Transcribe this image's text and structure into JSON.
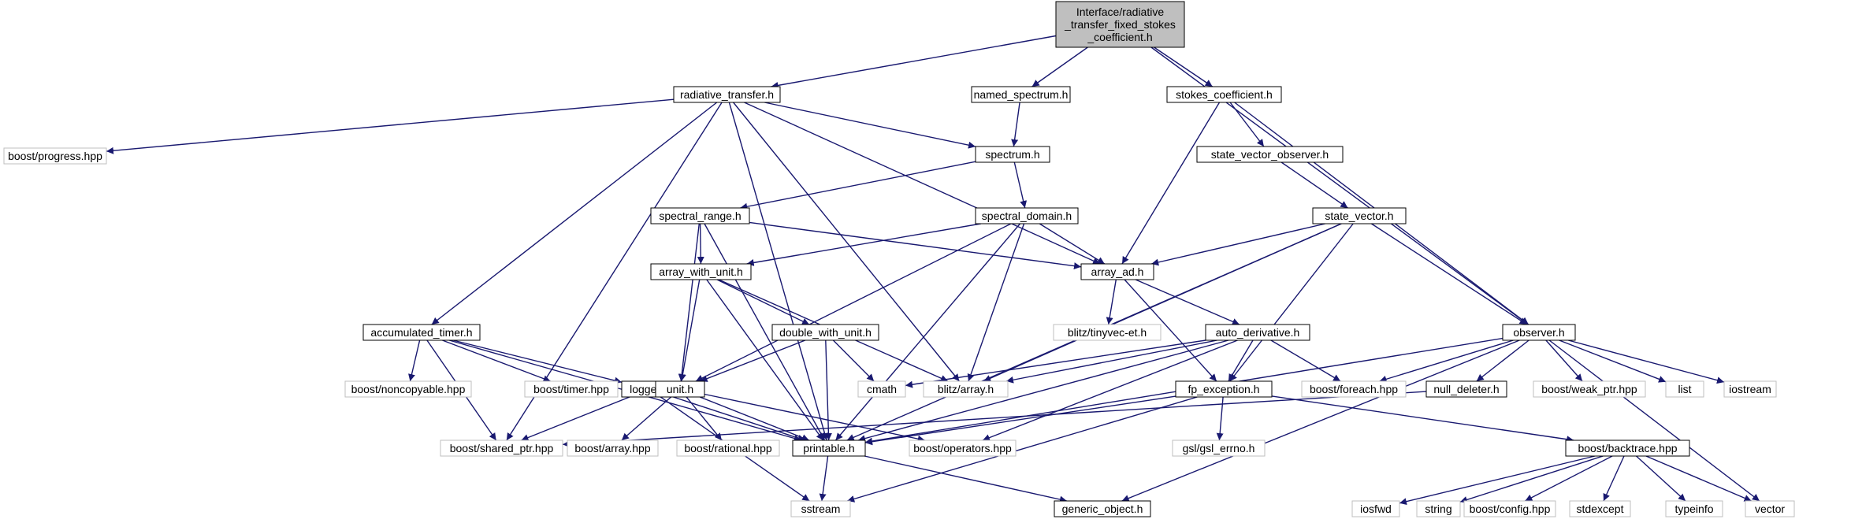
{
  "colors": {
    "edge": "#191970",
    "focus_fill": "#bfbfbf",
    "node_border": "#000000",
    "ext_border": "#bfbfbf",
    "background": "#ffffff"
  },
  "nodes": [
    {
      "id": "root",
      "lines": [
        "Interface/radiative",
        "_transfer_fixed_stokes",
        "_coefficient.h"
      ],
      "kind": "focus"
    },
    {
      "id": "radiative_transfer",
      "lines": [
        "radiative_transfer.h"
      ],
      "kind": "local"
    },
    {
      "id": "named_spectrum",
      "lines": [
        "named_spectrum.h"
      ],
      "kind": "local"
    },
    {
      "id": "stokes_coefficient",
      "lines": [
        "stokes_coefficient.h"
      ],
      "kind": "local"
    },
    {
      "id": "boost_progress",
      "lines": [
        "boost/progress.hpp"
      ],
      "kind": "external"
    },
    {
      "id": "spectrum",
      "lines": [
        "spectrum.h"
      ],
      "kind": "local"
    },
    {
      "id": "state_vector_observer",
      "lines": [
        "state_vector_observer.h"
      ],
      "kind": "local"
    },
    {
      "id": "spectral_range",
      "lines": [
        "spectral_range.h"
      ],
      "kind": "local"
    },
    {
      "id": "spectral_domain",
      "lines": [
        "spectral_domain.h"
      ],
      "kind": "local"
    },
    {
      "id": "state_vector",
      "lines": [
        "state_vector.h"
      ],
      "kind": "local"
    },
    {
      "id": "array_with_unit",
      "lines": [
        "array_with_unit.h"
      ],
      "kind": "local"
    },
    {
      "id": "array_ad",
      "lines": [
        "array_ad.h"
      ],
      "kind": "local"
    },
    {
      "id": "accumulated_timer",
      "lines": [
        "accumulated_timer.h"
      ],
      "kind": "local"
    },
    {
      "id": "double_with_unit",
      "lines": [
        "double_with_unit.h"
      ],
      "kind": "local"
    },
    {
      "id": "blitz_tinyvec",
      "lines": [
        "blitz/tinyvec-et.h"
      ],
      "kind": "external"
    },
    {
      "id": "auto_derivative",
      "lines": [
        "auto_derivative.h"
      ],
      "kind": "local"
    },
    {
      "id": "observer",
      "lines": [
        "observer.h"
      ],
      "kind": "local"
    },
    {
      "id": "boost_noncopyable",
      "lines": [
        "boost/noncopyable.hpp"
      ],
      "kind": "external"
    },
    {
      "id": "boost_timer",
      "lines": [
        "boost/timer.hpp"
      ],
      "kind": "external"
    },
    {
      "id": "logger",
      "lines": [
        "logger.h"
      ],
      "kind": "local"
    },
    {
      "id": "unit",
      "lines": [
        "unit.h"
      ],
      "kind": "local"
    },
    {
      "id": "cmath",
      "lines": [
        "cmath"
      ],
      "kind": "external"
    },
    {
      "id": "blitz_array",
      "lines": [
        "blitz/array.h"
      ],
      "kind": "external"
    },
    {
      "id": "fp_exception",
      "lines": [
        "fp_exception.h"
      ],
      "kind": "local"
    },
    {
      "id": "boost_foreach",
      "lines": [
        "boost/foreach.hpp"
      ],
      "kind": "external"
    },
    {
      "id": "null_deleter",
      "lines": [
        "null_deleter.h"
      ],
      "kind": "local"
    },
    {
      "id": "boost_weak_ptr",
      "lines": [
        "boost/weak_ptr.hpp"
      ],
      "kind": "external"
    },
    {
      "id": "list",
      "lines": [
        "list"
      ],
      "kind": "external"
    },
    {
      "id": "iostream",
      "lines": [
        "iostream"
      ],
      "kind": "external"
    },
    {
      "id": "boost_shared_ptr",
      "lines": [
        "boost/shared_ptr.hpp"
      ],
      "kind": "external"
    },
    {
      "id": "boost_array",
      "lines": [
        "boost/array.hpp"
      ],
      "kind": "external"
    },
    {
      "id": "boost_rational",
      "lines": [
        "boost/rational.hpp"
      ],
      "kind": "external"
    },
    {
      "id": "printable",
      "lines": [
        "printable.h"
      ],
      "kind": "local"
    },
    {
      "id": "boost_operators",
      "lines": [
        "boost/operators.hpp"
      ],
      "kind": "external"
    },
    {
      "id": "gsl_errno",
      "lines": [
        "gsl/gsl_errno.h"
      ],
      "kind": "external"
    },
    {
      "id": "boost_backtrace",
      "lines": [
        "boost/backtrace.hpp"
      ],
      "kind": "local"
    },
    {
      "id": "sstream",
      "lines": [
        "sstream"
      ],
      "kind": "external"
    },
    {
      "id": "generic_object",
      "lines": [
        "generic_object.h"
      ],
      "kind": "local"
    },
    {
      "id": "iosfwd",
      "lines": [
        "iosfwd"
      ],
      "kind": "external"
    },
    {
      "id": "string",
      "lines": [
        "string"
      ],
      "kind": "external"
    },
    {
      "id": "boost_config",
      "lines": [
        "boost/config.hpp"
      ],
      "kind": "external"
    },
    {
      "id": "stdexcept",
      "lines": [
        "stdexcept"
      ],
      "kind": "external"
    },
    {
      "id": "typeinfo",
      "lines": [
        "typeinfo"
      ],
      "kind": "external"
    },
    {
      "id": "vector",
      "lines": [
        "vector"
      ],
      "kind": "external"
    }
  ],
  "edges": [
    [
      "root",
      "radiative_transfer"
    ],
    [
      "root",
      "named_spectrum"
    ],
    [
      "root",
      "stokes_coefficient"
    ],
    [
      "root",
      "observer"
    ],
    [
      "radiative_transfer",
      "boost_progress"
    ],
    [
      "radiative_transfer",
      "spectrum"
    ],
    [
      "radiative_transfer",
      "array_ad"
    ],
    [
      "radiative_transfer",
      "accumulated_timer"
    ],
    [
      "radiative_transfer",
      "boost_shared_ptr"
    ],
    [
      "radiative_transfer",
      "printable"
    ],
    [
      "radiative_transfer",
      "blitz_array"
    ],
    [
      "named_spectrum",
      "spectrum"
    ],
    [
      "stokes_coefficient",
      "state_vector_observer"
    ],
    [
      "stokes_coefficient",
      "array_ad"
    ],
    [
      "stokes_coefficient",
      "observer"
    ],
    [
      "spectrum",
      "spectral_range"
    ],
    [
      "spectrum",
      "spectral_domain"
    ],
    [
      "state_vector_observer",
      "state_vector"
    ],
    [
      "spectral_range",
      "array_with_unit"
    ],
    [
      "spectral_range",
      "array_ad"
    ],
    [
      "spectral_range",
      "unit"
    ],
    [
      "spectral_range",
      "printable"
    ],
    [
      "spectral_domain",
      "array_with_unit"
    ],
    [
      "spectral_domain",
      "array_ad"
    ],
    [
      "spectral_domain",
      "unit"
    ],
    [
      "spectral_domain",
      "blitz_array"
    ],
    [
      "spectral_domain",
      "printable"
    ],
    [
      "state_vector",
      "array_ad"
    ],
    [
      "state_vector",
      "observer"
    ],
    [
      "state_vector",
      "blitz_array"
    ],
    [
      "state_vector",
      "printable"
    ],
    [
      "state_vector",
      "fp_exception"
    ],
    [
      "array_with_unit",
      "double_with_unit"
    ],
    [
      "array_with_unit",
      "unit"
    ],
    [
      "array_with_unit",
      "blitz_array"
    ],
    [
      "array_with_unit",
      "printable"
    ],
    [
      "array_ad",
      "blitz_tinyvec"
    ],
    [
      "array_ad",
      "auto_derivative"
    ],
    [
      "array_ad",
      "fp_exception"
    ],
    [
      "accumulated_timer",
      "boost_noncopyable"
    ],
    [
      "accumulated_timer",
      "boost_timer"
    ],
    [
      "accumulated_timer",
      "logger"
    ],
    [
      "accumulated_timer",
      "boost_shared_ptr"
    ],
    [
      "accumulated_timer",
      "printable"
    ],
    [
      "double_with_unit",
      "cmath"
    ],
    [
      "double_with_unit",
      "unit"
    ],
    [
      "double_with_unit",
      "printable"
    ],
    [
      "auto_derivative",
      "cmath"
    ],
    [
      "auto_derivative",
      "blitz_array"
    ],
    [
      "auto_derivative",
      "fp_exception"
    ],
    [
      "auto_derivative",
      "boost_foreach"
    ],
    [
      "auto_derivative",
      "printable"
    ],
    [
      "auto_derivative",
      "boost_operators"
    ],
    [
      "observer",
      "boost_foreach"
    ],
    [
      "observer",
      "null_deleter"
    ],
    [
      "observer",
      "boost_weak_ptr"
    ],
    [
      "observer",
      "list"
    ],
    [
      "observer",
      "iostream"
    ],
    [
      "observer",
      "vector"
    ],
    [
      "observer",
      "printable"
    ],
    [
      "observer",
      "generic_object"
    ],
    [
      "logger",
      "boost_shared_ptr"
    ],
    [
      "logger",
      "printable"
    ],
    [
      "logger",
      "sstream"
    ],
    [
      "unit",
      "boost_array"
    ],
    [
      "unit",
      "boost_rational"
    ],
    [
      "unit",
      "printable"
    ],
    [
      "unit",
      "boost_operators"
    ],
    [
      "fp_exception",
      "gsl_errno"
    ],
    [
      "fp_exception",
      "printable"
    ],
    [
      "fp_exception",
      "boost_backtrace"
    ],
    [
      "fp_exception",
      "sstream"
    ],
    [
      "null_deleter",
      "boost_shared_ptr"
    ],
    [
      "printable",
      "sstream"
    ],
    [
      "printable",
      "generic_object"
    ],
    [
      "boost_backtrace",
      "iosfwd"
    ],
    [
      "boost_backtrace",
      "string"
    ],
    [
      "boost_backtrace",
      "boost_config"
    ],
    [
      "boost_backtrace",
      "stdexcept"
    ],
    [
      "boost_backtrace",
      "typeinfo"
    ],
    [
      "boost_backtrace",
      "vector"
    ]
  ]
}
